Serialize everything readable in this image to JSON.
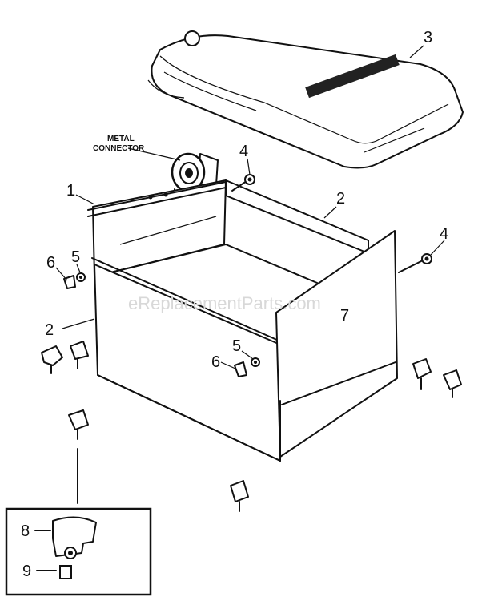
{
  "callouts": {
    "c1": "1",
    "c2_left": "2",
    "c2_right": "2",
    "c3": "3",
    "c4_top": "4",
    "c4_right": "4",
    "c5_left": "5",
    "c5_mid": "5",
    "c6_left": "6",
    "c6_mid": "6",
    "c7": "7",
    "c8": "8",
    "c9": "9"
  },
  "labels": {
    "metal_connector_line1": "METAL",
    "metal_connector_line2": "CONNECTOR"
  },
  "watermark": "eReplacementParts.com"
}
